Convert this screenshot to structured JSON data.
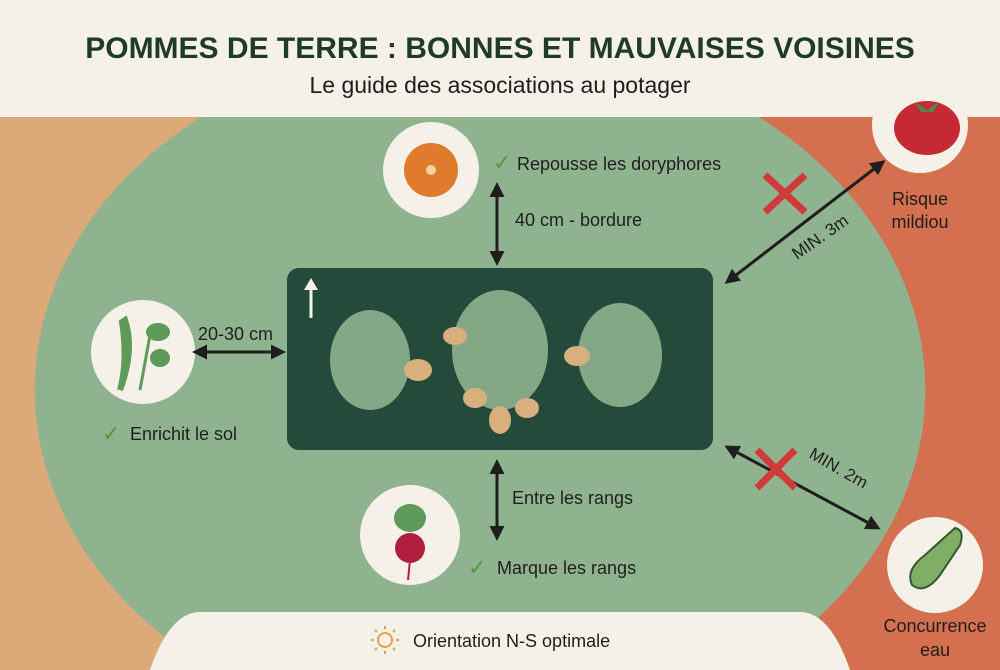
{
  "header": {
    "title": "POMMES DE TERRE : BONNES ET MAUVAISES VOISINES",
    "subtitle": "Le guide des associations au potager"
  },
  "colors": {
    "header_bg": "#f5f1e8",
    "good_zone": "#8fb38f",
    "left_zone": "#dcaa78",
    "bad_zone": "#d4704f",
    "bed": "#234a3a",
    "check": "#4e9a3e",
    "cross": "#d23a3a"
  },
  "good_neighbors": [
    {
      "plant_icon": "nasturtium-flower-icon",
      "benefit": "Repousse les doryphores",
      "distance": "40 cm - bordure"
    },
    {
      "plant_icon": "bean-plant-icon",
      "benefit": "Enrichit le sol",
      "distance": "20-30 cm"
    },
    {
      "plant_icon": "radish-icon",
      "benefit": "Marque les rangs",
      "distance": "Entre les rangs"
    }
  ],
  "bad_neighbors": [
    {
      "plant_icon": "tomato-icon",
      "risk_line1": "Risque",
      "risk_line2": "mildiou",
      "distance": "MIN. 3m"
    },
    {
      "plant_icon": "zucchini-icon",
      "risk_line1": "Concurrence",
      "risk_line2": "eau",
      "distance": "MIN. 2m"
    }
  ],
  "footer": {
    "icon": "sun-icon",
    "text": "Orientation N-S optimale"
  }
}
